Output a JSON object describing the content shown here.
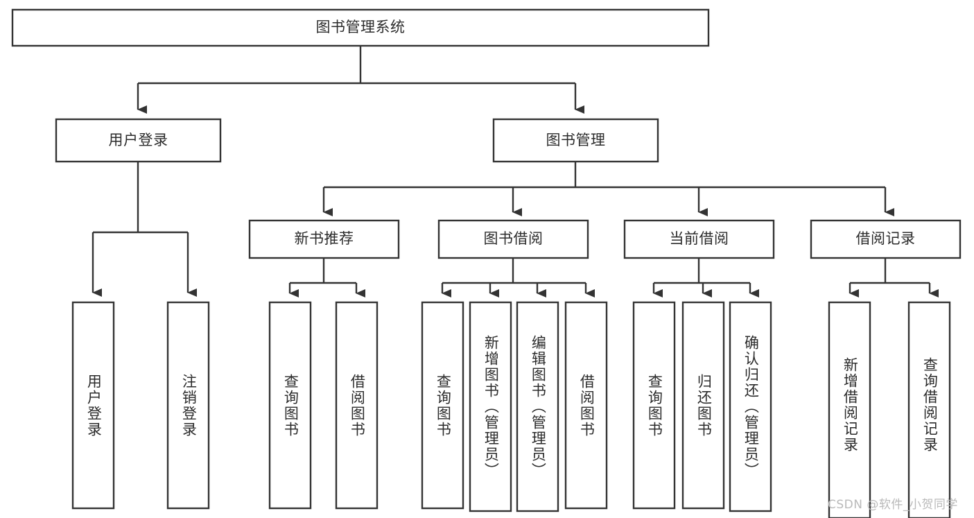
{
  "diagram": {
    "type": "hierarchy-tree",
    "title": "图书管理系统",
    "orientation": "top-down",
    "colors": {
      "box_stroke": "#333333",
      "box_fill": "#ffffff",
      "connector": "#333333",
      "text": "#2b2b2b",
      "watermark": "#b9b9b9",
      "background": "#ffffff"
    },
    "root": {
      "id": "root",
      "label": "图书管理系统",
      "text_orientation": "horizontal"
    },
    "level1": [
      {
        "id": "user-login",
        "label": "用户登录",
        "text_orientation": "horizontal"
      },
      {
        "id": "book-management",
        "label": "图书管理",
        "text_orientation": "horizontal"
      }
    ],
    "level2": [
      {
        "id": "new-book-recommend",
        "label": "新书推荐",
        "parent": "book-management",
        "text_orientation": "horizontal"
      },
      {
        "id": "book-borrow",
        "label": "图书借阅",
        "parent": "book-management",
        "text_orientation": "horizontal"
      },
      {
        "id": "current-borrow",
        "label": "当前借阅",
        "parent": "book-management",
        "text_orientation": "horizontal"
      },
      {
        "id": "borrow-record",
        "label": "借阅记录",
        "parent": "book-management",
        "text_orientation": "horizontal"
      }
    ],
    "leaves": [
      {
        "id": "leaf-user-login",
        "label": "用户登录",
        "parent": "user-login",
        "text_orientation": "vertical"
      },
      {
        "id": "leaf-user-logout",
        "label": "注销登录",
        "parent": "user-login",
        "text_orientation": "vertical"
      },
      {
        "id": "leaf-query-book-recommend",
        "label": "查询图书",
        "parent": "new-book-recommend",
        "text_orientation": "vertical"
      },
      {
        "id": "leaf-borrow-book-recommend",
        "label": "借阅图书",
        "parent": "new-book-recommend",
        "text_orientation": "vertical"
      },
      {
        "id": "leaf-query-book-borrow",
        "label": "查询图书",
        "parent": "book-borrow",
        "text_orientation": "vertical"
      },
      {
        "id": "leaf-add-book",
        "label": "新增图书（管理员）",
        "parent": "book-borrow",
        "text_orientation": "vertical"
      },
      {
        "id": "leaf-edit-book",
        "label": "编辑图书（管理员）",
        "parent": "book-borrow",
        "text_orientation": "vertical"
      },
      {
        "id": "leaf-borrow-book",
        "label": "借阅图书",
        "parent": "book-borrow",
        "text_orientation": "vertical"
      },
      {
        "id": "leaf-query-book-current",
        "label": "查询图书",
        "parent": "current-borrow",
        "text_orientation": "vertical"
      },
      {
        "id": "leaf-return-book",
        "label": "归还图书",
        "parent": "current-borrow",
        "text_orientation": "vertical"
      },
      {
        "id": "leaf-confirm-return",
        "label": "确认归还（管理员）",
        "parent": "current-borrow",
        "text_orientation": "vertical"
      },
      {
        "id": "leaf-add-borrow-record",
        "label": "新增借阅记录",
        "parent": "borrow-record",
        "text_orientation": "vertical"
      },
      {
        "id": "leaf-query-borrow-record",
        "label": "查询借阅记录",
        "parent": "borrow-record",
        "text_orientation": "vertical"
      }
    ]
  },
  "watermark": {
    "text": "CSDN @软件_小贺同学"
  }
}
